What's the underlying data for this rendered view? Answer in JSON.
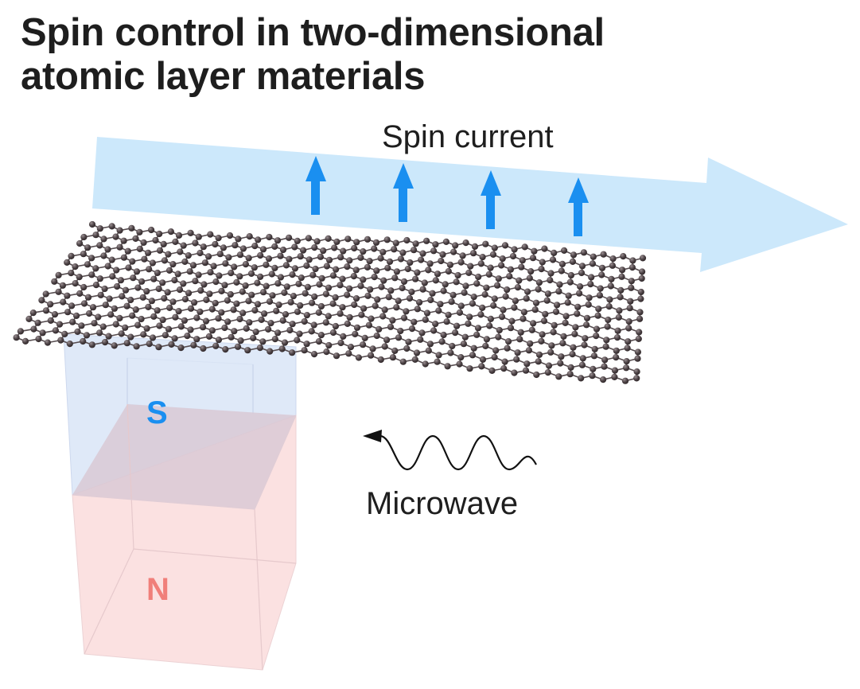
{
  "title": {
    "line1": "Spin control in two-dimensional",
    "line2": "atomic layer materials"
  },
  "labels": {
    "spin_current": "Spin current",
    "microwave": "Microwave",
    "magnet_south": "S",
    "magnet_north": "N"
  },
  "colors": {
    "title_text": "#1e1e1e",
    "spin_current_band": "#cce8fb",
    "spin_arrow": "#1a8ff0",
    "south_pole_label": "#1a8ff0",
    "north_pole_label": "#f07f7a",
    "south_pole_body": "#dfe9f8",
    "north_pole_body": "#fbe1e1",
    "lattice_atom": "#4a4043",
    "lattice_bond": "#564c4f"
  },
  "icons": {
    "spin_up": "arrow-up-icon",
    "microwave_wave": "sine-wave-arrow-icon"
  }
}
